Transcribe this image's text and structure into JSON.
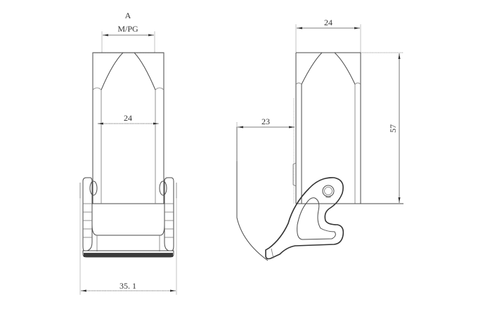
{
  "drawing": {
    "title": "Connector hood with locking lever – technical drawing",
    "units": "mm",
    "line_color": "#4a4a4a",
    "background": "#ffffff"
  },
  "front_view": {
    "dimensions": {
      "cable_entry_label_top": "A",
      "cable_entry_label": "M/PG",
      "inner_width": "24",
      "overall_width": "35. 1"
    }
  },
  "side_view": {
    "dimensions": {
      "top_width": "24",
      "lever_projection": "23",
      "height": "57"
    }
  }
}
